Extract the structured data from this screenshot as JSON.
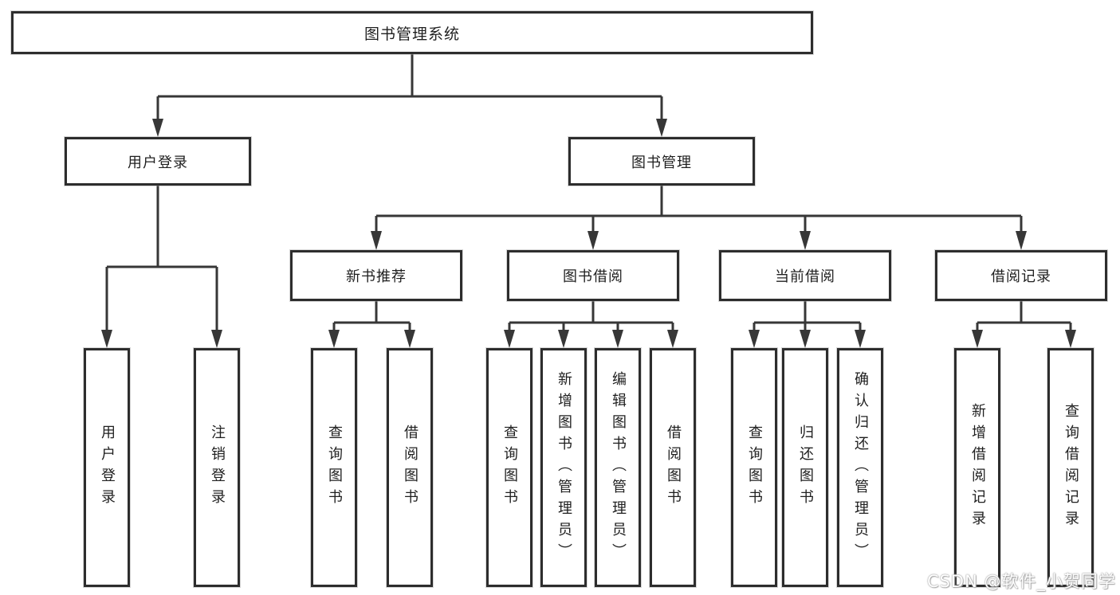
{
  "diagram": {
    "title": "图书管理系统",
    "nodes": {
      "root": "图书管理系统",
      "user_login": "用户登录",
      "book_mgmt": "图书管理",
      "new_book_rec": "新书推荐",
      "book_borrow": "图书借阅",
      "current_borrow": "当前借阅",
      "borrow_records": "借阅记录",
      "leaf_user_login": "用户登录",
      "leaf_logout": "注销登录",
      "leaf_nb_query": "查询图书",
      "leaf_nb_borrow": "借阅图书",
      "leaf_bb_query": "查询图书",
      "leaf_bb_add": "新增图书（管理员）",
      "leaf_bb_edit": "编辑图书（管理员）",
      "leaf_bb_borrow": "借阅图书",
      "leaf_cb_query": "查询图书",
      "leaf_cb_return": "归还图书",
      "leaf_cb_confirm": "确认归还（管理员）",
      "leaf_br_add": "新增借阅记录",
      "leaf_br_query": "查询借阅记录"
    }
  },
  "watermark": "CSDN @软件_小贺同学",
  "colors": {
    "background": "#ffffff",
    "line": "#373737",
    "box_border": "#2d2d2d",
    "text": "#1f1f1f",
    "watermark_text": "#f0f0f0"
  }
}
